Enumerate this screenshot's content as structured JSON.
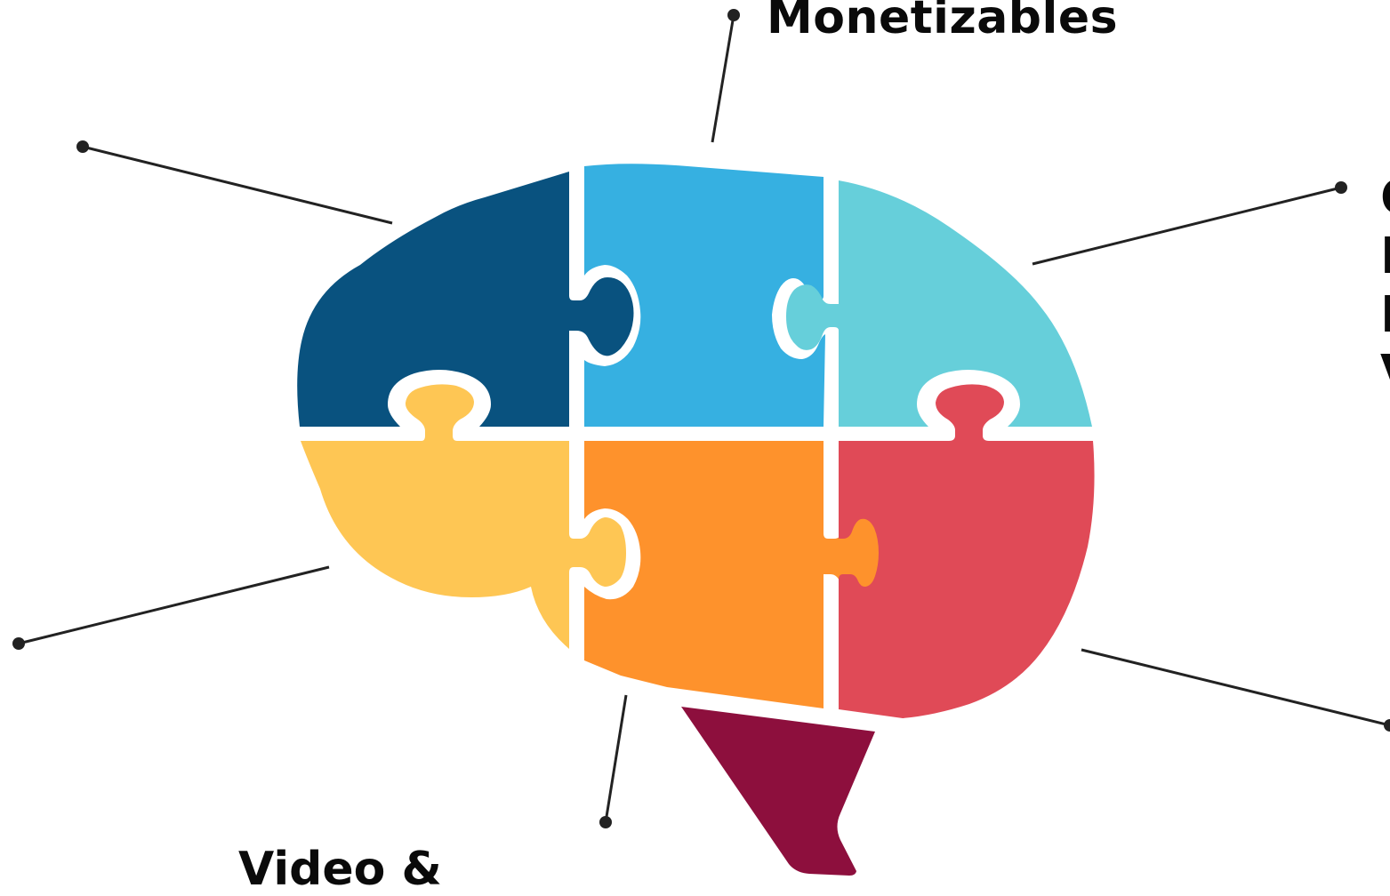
{
  "labels": {
    "top": "Monetizables",
    "bottom": "Video &",
    "right": "C\nI\nI\nV"
  },
  "colors": {
    "top_left_piece": "#09527f",
    "top_middle_piece": "#36b0e1",
    "top_right_piece": "#66cfda",
    "bottom_left_piece": "#fec654",
    "bottom_middle_piece": "#fe922c",
    "bottom_right_piece": "#e04a57",
    "brain_stem": "#8d0f3d",
    "connector_lines": "#222222"
  }
}
